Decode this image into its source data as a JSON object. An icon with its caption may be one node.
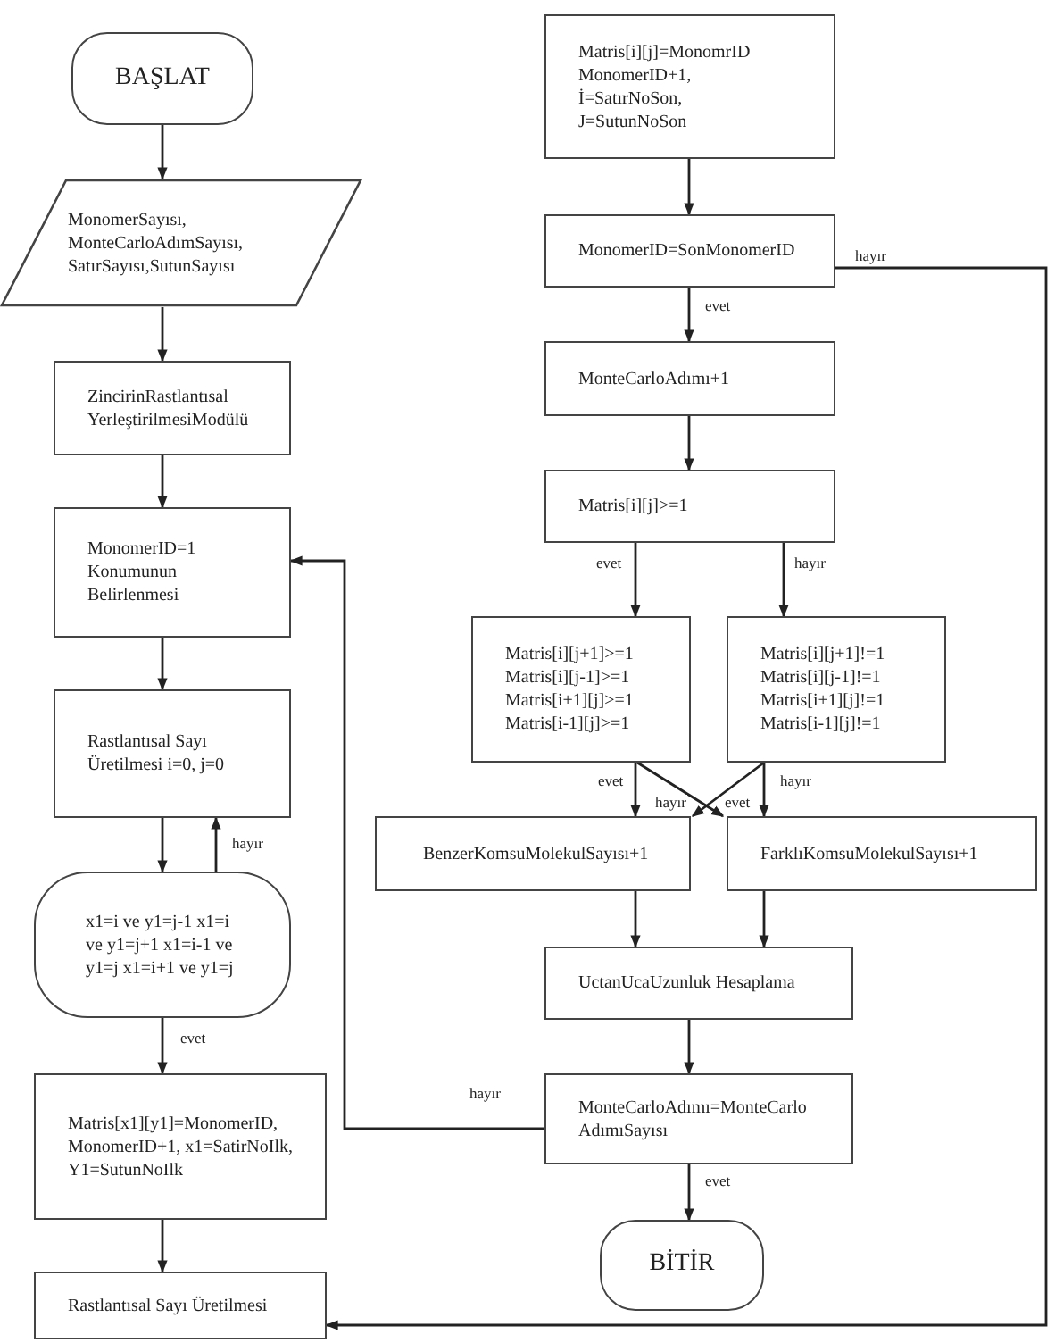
{
  "diagram": {
    "nodes": [
      {
        "text": [
          "BAŞLAT"
        ]
      },
      {
        "text": [
          "MonomerSayısı, MonteCarloAdımSayısı, SatırSayısı,SutunSayısı"
        ]
      },
      {
        "text": [
          "ZincirinRastlantısal YerleştirilmesiModülü"
        ]
      },
      {
        "text": [
          "MonomerID=1 Konumunun Belirlenmesi"
        ]
      },
      {
        "text": [
          "Rastlantısal Sayı Üretilmesi i=0, j=0"
        ]
      },
      {
        "text": [
          "x1=i ve y1=j-1 x1=i ve y1=j+1 x1=i-1 ve y1=j x1=i+1 ve y1=j"
        ]
      },
      {
        "text": [
          "Matris[x1][y1]=MonomerID, MonomerID+1, x1=SatirNoIlk, Y1=SutunNoIlk"
        ]
      },
      {
        "text": [
          "Rastlantısal Sayı Üretilmesi"
        ]
      },
      {
        "text": [
          "Matris[i][j]=MonomrID MonomerID+1, İ=SatırNoSon, J=SutunNoSon"
        ]
      },
      {
        "text": [
          "MonomerID=SonMonomerID"
        ]
      },
      {
        "text": [
          "MonteCarloAdımı+1"
        ]
      },
      {
        "text": [
          "Matris[i][j]>=1"
        ]
      },
      {
        "text": [
          "Matris[i][j+1]>=1 Matris[i][j-1]>=1 Matris[i+1][j]>=1 Matris[i-1][j]>=1"
        ]
      },
      {
        "text": [
          "Matris[i][j+1]!=1 Matris[i][j-1]!=1 Matris[i+1][j]!=1 Matris[i-1][j]!=1"
        ]
      },
      {
        "text": [
          "BenzerKomsuMolekulSayısı+1"
        ]
      },
      {
        "text": [
          "FarklıKomsuMolekulSayısı+1"
        ]
      },
      {
        "text": [
          "UctanUcaUzunluk Hesaplama"
        ]
      },
      {
        "text": [
          "MonteCarloAdımı=MonteCarlo AdımıSayısı"
        ]
      },
      {
        "text": [
          "BİTİR"
        ]
      }
    ],
    "edges": [
      {
        "from": 0,
        "to": 1,
        "arrow": "to"
      },
      {
        "from": 1,
        "to": 2,
        "arrow": "to"
      },
      {
        "from": 2,
        "to": 3,
        "arrow": "to"
      },
      {
        "from": 3,
        "to": 4,
        "arrow": "to"
      },
      {
        "from": 4,
        "to": 5,
        "arrow": "to"
      },
      {
        "from": 5,
        "to": 4,
        "arrow": "to",
        "label": "hayır"
      },
      {
        "from": 5,
        "to": 6,
        "arrow": "to",
        "label": "evet"
      },
      {
        "from": 6,
        "to": 7,
        "arrow": "to"
      },
      {
        "from": 17,
        "to": 3,
        "arrow": "to",
        "label": "hayır"
      },
      {
        "from": 8,
        "to": 9,
        "arrow": "to"
      },
      {
        "from": 9,
        "to": 10,
        "arrow": "to",
        "label": "evet"
      },
      {
        "from": 10,
        "to": 11,
        "arrow": "to"
      },
      {
        "from": 11,
        "to": 12,
        "arrow": "to",
        "label": "evet"
      },
      {
        "from": 11,
        "to": 13,
        "arrow": "to",
        "label": "hayır"
      },
      {
        "from": 12,
        "to": 14,
        "arrow": "to",
        "label": "evet"
      },
      {
        "from": 12,
        "to": 15,
        "arrow": "to",
        "label": "hayır"
      },
      {
        "from": 13,
        "to": 14,
        "arrow": "to",
        "label": "evet"
      },
      {
        "from": 13,
        "to": 15,
        "arrow": "to",
        "label": "hayır"
      },
      {
        "from": 14,
        "to": 16,
        "arrow": "to"
      },
      {
        "from": 15,
        "to": 16,
        "arrow": "to"
      },
      {
        "from": 16,
        "to": 17,
        "arrow": "to"
      },
      {
        "from": 17,
        "to": 18,
        "arrow": "to",
        "label": "evet"
      },
      {
        "from": 9,
        "to": 7,
        "arrow": "to",
        "label": "hayır"
      }
    ]
  }
}
